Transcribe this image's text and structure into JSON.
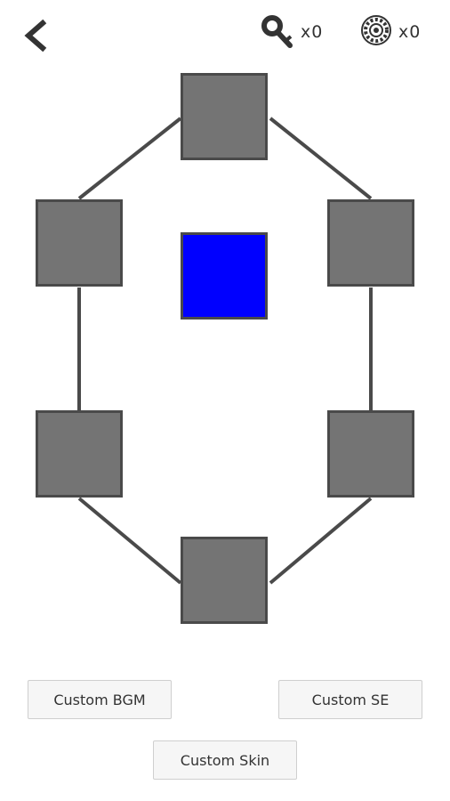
{
  "header": {
    "back_icon": "chevron-left-icon",
    "key_icon": "key-icon",
    "key_count": "x0",
    "gear_icon": "gear-icon",
    "gear_count": "x0"
  },
  "board": {
    "slot_color": "#747474",
    "slot_border_color": "#4a4a4a",
    "center_color": "#0000ff",
    "slots": [
      "top",
      "upper-left",
      "upper-right",
      "lower-left",
      "lower-right",
      "bottom"
    ]
  },
  "buttons": {
    "custom_bgm": "Custom BGM",
    "custom_se": "Custom SE",
    "custom_skin": "Custom Skin"
  }
}
